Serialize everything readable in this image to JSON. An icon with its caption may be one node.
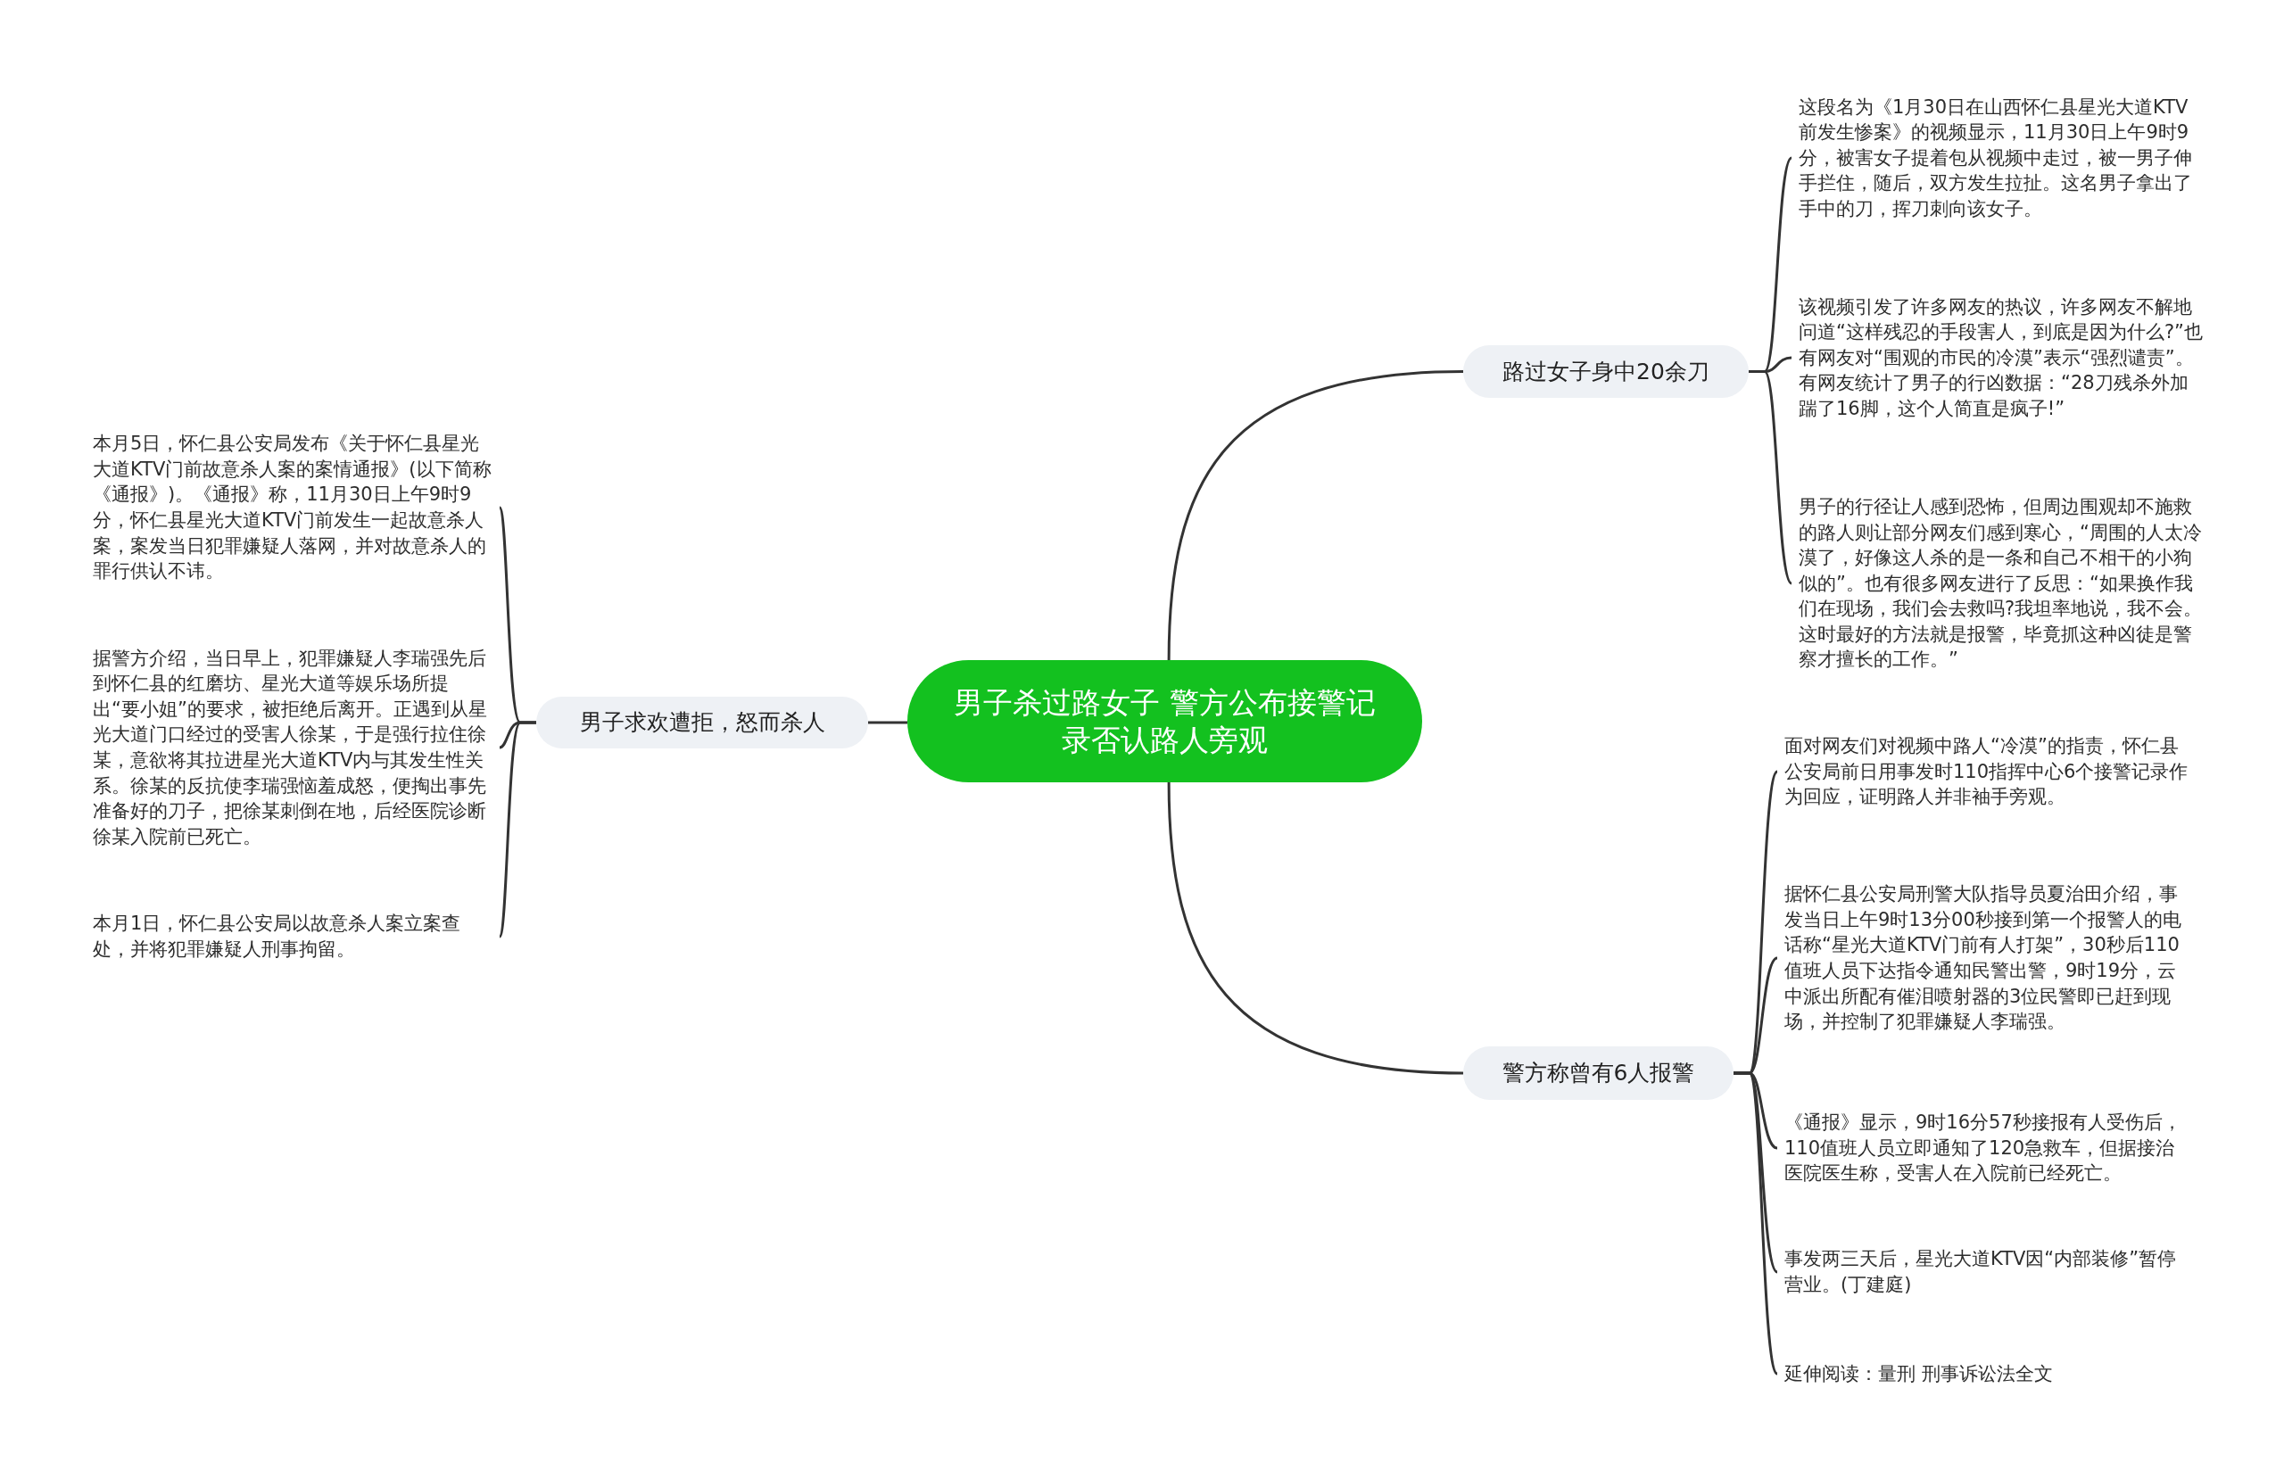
{
  "diagram": {
    "nodes": [
      {
        "text": [
          "男子杀过路女子 警方公布接警记录否认路人旁观"
        ]
      },
      {
        "text": [
          "男子求欢遭拒，怒而杀人"
        ]
      },
      {
        "text": [
          "本月5日，怀仁县公安局发布《关于怀仁县星光大道KTV门前故意杀人案的案情通报》(以下简称《通报》)。《通报》称，11月30日上午9时9分，怀仁县星光大道KTV门前发生一起故意杀人案，案发当日犯罪嫌疑人落网，并对故意杀人的罪行供认不讳。"
        ]
      },
      {
        "text": [
          "据警方介绍，当日早上，犯罪嫌疑人李瑞强先后到怀仁县的红磨坊、星光大道等娱乐场所提出“要小姐”的要求，被拒绝后离开。正遇到从星光大道门口经过的受害人徐某，于是强行拉住徐某，意欲将其拉进星光大道KTV内与其发生性关系。徐某的反抗使李瑞强恼羞成怒，便掏出事先准备好的刀子，把徐某刺倒在地，后经医院诊断徐某入院前已死亡。"
        ]
      },
      {
        "text": [
          "本月1日，怀仁县公安局以故意杀人案立案查处，并将犯罪嫌疑人刑事拘留。"
        ]
      },
      {
        "text": [
          "路过女子身中20余刀"
        ]
      },
      {
        "text": [
          "这段名为《1月30日在山西怀仁县星光大道KTV前发生惨案》的视频显示，11月30日上午9时9分，被害女子提着包从视频中走过，被一男子伸手拦住，随后，双方发生拉扯。这名男子拿出了手中的刀，挥刀刺向该女子。"
        ]
      },
      {
        "text": [
          "该视频引发了许多网友的热议，许多网友不解地问道“这样残忍的手段害人，到底是因为什么?”也有网友对“围观的市民的冷漠”表示“强烈谴责”。有网友统计了男子的行凶数据：“28刀残杀外加踹了16脚，这个人简直是疯子!”"
        ]
      },
      {
        "text": [
          "男子的行径让人感到恐怖，但周边围观却不施救的路人则让部分网友们感到寒心，“周围的人太冷漠了，好像这人杀的是一条和自己不相干的小狗似的”。也有很多网友进行了反思：“如果换作我们在现场，我们会去救吗?我坦率地说，我不会。这时最好的方法就是报警，毕竟抓这种凶徒是警察才擅长的工作。”"
        ]
      },
      {
        "text": [
          "警方称曾有6人报警"
        ]
      },
      {
        "text": [
          "面对网友们对视频中路人“冷漠”的指责，怀仁县公安局前日用事发时110指挥中心6个接警记录作为回应，证明路人并非袖手旁观。"
        ]
      },
      {
        "text": [
          "据怀仁县公安局刑警大队指导员夏治田介绍，事发当日上午9时13分00秒接到第一个报警人的电话称“星光大道KTV门前有人打架”，30秒后110值班人员下达指令通知民警出警，9时19分，云中派出所配有催泪喷射器的3位民警即已赶到现场，并控制了犯罪嫌疑人李瑞强。"
        ]
      },
      {
        "text": [
          "《通报》显示，9时16分57秒接报有人受伤后，110值班人员立即通知了120急救车，但据接治医院医生称，受害人在入院前已经死亡。"
        ]
      },
      {
        "text": [
          "事发两三天后，星光大道KTV因“内部装修”暂停营业。(丁建庭)"
        ]
      },
      {
        "text": [
          "延伸阅读：量刑 刑事诉讼法全文"
        ]
      }
    ],
    "edges": [
      {
        "from": 0,
        "to": 1,
        "arrow": "none"
      },
      {
        "from": 1,
        "to": 2,
        "arrow": "none"
      },
      {
        "from": 1,
        "to": 3,
        "arrow": "none"
      },
      {
        "from": 1,
        "to": 4,
        "arrow": "none"
      },
      {
        "from": 0,
        "to": 5,
        "arrow": "none"
      },
      {
        "from": 5,
        "to": 6,
        "arrow": "none"
      },
      {
        "from": 5,
        "to": 7,
        "arrow": "none"
      },
      {
        "from": 5,
        "to": 8,
        "arrow": "none"
      },
      {
        "from": 0,
        "to": 9,
        "arrow": "none"
      },
      {
        "from": 9,
        "to": 10,
        "arrow": "none"
      },
      {
        "from": 9,
        "to": 11,
        "arrow": "none"
      },
      {
        "from": 9,
        "to": 12,
        "arrow": "none"
      },
      {
        "from": 9,
        "to": 13,
        "arrow": "none"
      },
      {
        "from": 9,
        "to": 14,
        "arrow": "none"
      }
    ]
  }
}
